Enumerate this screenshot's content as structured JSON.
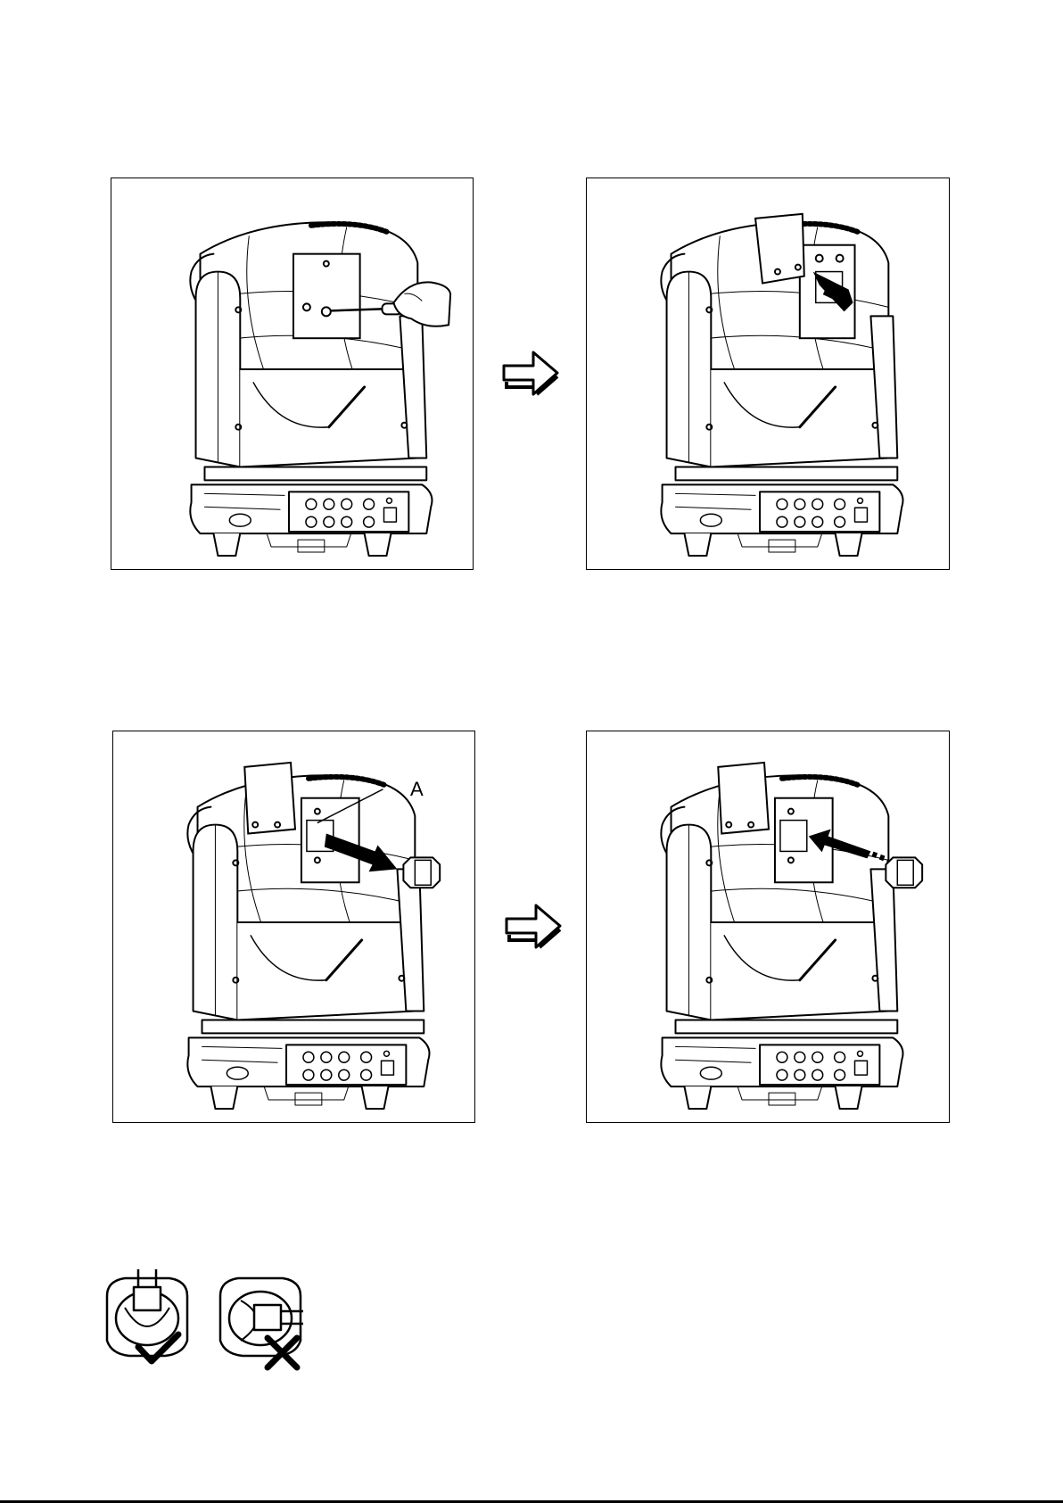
{
  "figures": [
    {
      "id": "step-1",
      "caption_visible": false
    },
    {
      "id": "step-2",
      "caption_visible": false
    },
    {
      "id": "step-3",
      "callout": "A"
    },
    {
      "id": "step-4"
    }
  ],
  "colors": {
    "ink": "#000000",
    "paper": "#ffffff"
  },
  "icons": [
    "right-arrow-icon",
    "right-arrow-icon",
    "check-mark-icon",
    "cross-mark-icon"
  ]
}
